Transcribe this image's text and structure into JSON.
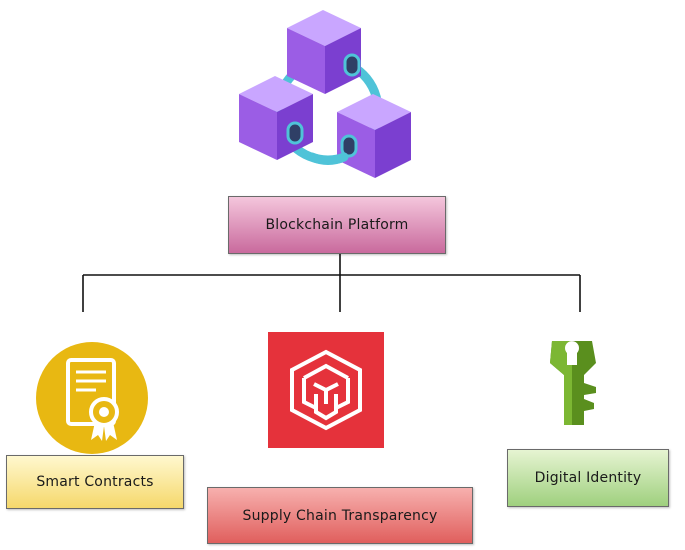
{
  "nodes": {
    "root": {
      "label": "Blockchain Platform",
      "icon": "blockchain-icon"
    },
    "children": [
      {
        "label": "Smart Contracts",
        "icon": "certificate-icon"
      },
      {
        "label": "Supply Chain Transparency",
        "icon": "supply-chain-icon"
      },
      {
        "label": "Digital Identity",
        "icon": "key-icon"
      }
    ]
  },
  "colors": {
    "cube_purple": "#9b5de5",
    "chain_teal": "#4fc3d8",
    "certificate_yellow": "#e8b812",
    "supply_red": "#e5323b",
    "key_green": "#5a8f1e",
    "platform_box": "#d98ab3",
    "contracts_box": "#f8e391",
    "supply_box": "#ec7775",
    "identity_box": "#b6dc99"
  }
}
